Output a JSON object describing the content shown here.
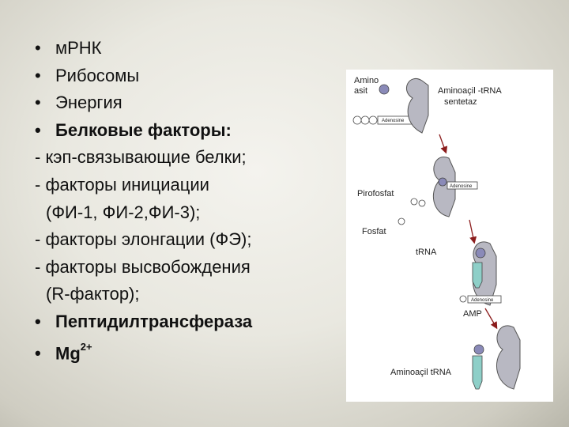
{
  "list": {
    "items": [
      {
        "text": "мРНК",
        "bullet": "•",
        "bold": false
      },
      {
        "text": "Рибосомы",
        "bullet": "•",
        "bold": false
      },
      {
        "text": "Энергия",
        "bullet": "•",
        "bold": false
      },
      {
        "text": "Белковые факторы:",
        "bullet": "•",
        "bold": true
      },
      {
        "text": "- кэп-связывающие белки;"
      },
      {
        "text": "- факторы инициации"
      },
      {
        "text": "(ФИ-1, ФИ-2,ФИ-3);"
      },
      {
        "text": "- факторы элонгации (ФЭ);"
      },
      {
        "text": "- факторы высвобождения"
      },
      {
        "text": "(R-фактор);"
      },
      {
        "text": "Пептидилтрансфераза",
        "bullet": "•",
        "bold": true
      },
      {
        "text": "Mg",
        "sup": "2+",
        "bullet": "•",
        "bold": true
      }
    ]
  },
  "figure": {
    "labels": {
      "amino_acid": "Amino\nasit",
      "enzyme": "Aminoaçil -tRNA\nsentetaz",
      "adenosine": "Adenosine",
      "pyrophosphate": "Pirofosfat",
      "phosphate": "Fosfat",
      "trna": "tRNA",
      "amp": "AMP",
      "aminoacyl_trna": "Aminoaçil tRNA"
    },
    "colors": {
      "enzyme": "#b8b8c2",
      "amino_acid": "#8a8ab8",
      "trna": "#8ecfc8",
      "arrow": "#8b1c1c",
      "phosphate": "#ffffff"
    }
  }
}
